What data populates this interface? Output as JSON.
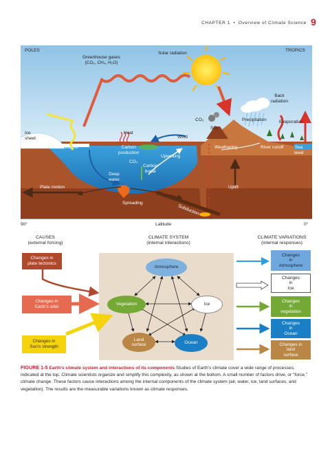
{
  "header": {
    "chapter": "CHAPTER 1",
    "separator": "•",
    "chapter_title": "Overview of Climate Science",
    "page_number": "9"
  },
  "top_figure": {
    "poles": "POLES",
    "tropics": "TROPICS",
    "greenhouse_gases_line1": "Greenhouse gases",
    "greenhouse_gases_line2": "(CO₂, CH₄, H₂O)",
    "solar_radiation": "Solar radiation",
    "back_radiation_line1": "Back",
    "back_radiation_line2": "radiation",
    "precipitation": "Precipitation",
    "evaporation": "Evaporation",
    "co2": "CO₂",
    "so2": "SO₂",
    "ice_sheet_line1": "Ice",
    "ice_sheet_line2": "sheet",
    "heat": "Heat",
    "wind": "Wind",
    "sea_ice": "Sea ice",
    "carbon_production_line1": "Carbon",
    "carbon_production_line2": "production",
    "weathering": "Weathering",
    "river_runoff": "River runoff",
    "sea_level_line1": "Sea",
    "sea_level_line2": "level",
    "upwelling": "Upwelling",
    "co2_ocean": "CO₂",
    "carbon_burial_line1": "Carbon",
    "carbon_burial_line2": "burial",
    "deep_water_line1": "Deep",
    "deep_water_line2": "water",
    "plate_motion": "Plate motion",
    "uplift": "Uplift",
    "spreading": "Spreading",
    "subduction": "Subduction",
    "lat_left": "90°",
    "lat_mid": "Latitude",
    "lat_right": "0°",
    "colors": {
      "sky_top": "#8fc3e6",
      "sky_bottom": "#d9ecf7",
      "ocean": "#2f8fd1",
      "crust": "#a9542a",
      "land": "#c8783f",
      "sun": "#ffd21f"
    }
  },
  "diagram": {
    "causes_head_line1": "CAUSES",
    "causes_head_line2": "(external forcing)",
    "system_head_line1": "CLIMATE SYSTEM",
    "system_head_line2": "(internal interactions)",
    "variations_head_line1": "CLIMATE VARIATIONS",
    "variations_head_line2": "(internal responses)",
    "causes": [
      {
        "line1": "Changes in",
        "line2": "plate tectonics"
      },
      {
        "line1": "Changes in",
        "line2": "Earth’s orbit"
      },
      {
        "line1": "Changes in",
        "line2": "Sun’s strength"
      }
    ],
    "nodes": {
      "atmosphere": "Atmosphere",
      "vegetation": "Vegetation",
      "ice": "Ice",
      "land_line1": "Land",
      "land_line2": "surface",
      "ocean": "Ocean"
    },
    "responses": [
      {
        "line1": "Changes",
        "line2": "in",
        "line3": "Atmosphere"
      },
      {
        "line1": "Changes",
        "line2": "in",
        "line3": "Ice"
      },
      {
        "line1": "Changes",
        "line2": "in",
        "line3": "vegetation"
      },
      {
        "line1": "Changes",
        "line2": "in",
        "line3": "Ocean"
      },
      {
        "line1": "Changes in",
        "line2": "land",
        "line3": "surface"
      }
    ],
    "colors": {
      "tectonics": "#b0492c",
      "orbit": "#e66a4f",
      "sun": "#f6d40d",
      "atmosphere": "#7eb1dd",
      "vegetation": "#74a936",
      "ocean": "#1a7fc4",
      "land": "#b98646",
      "panel": "#eadccb"
    }
  },
  "caption": {
    "label": "FIGURE 1-5",
    "title": "Earth’s climate system and interactions of its components",
    "body": "Studies of Earth’s climate cover a wide range of processes, indicated at the top. Climate scientists organize and simplify this complexity, as shown at the bottom. A small number of factors drive, or “force,” climate change. These factors cause interactions among the internal components of the climate system (air, water, ice, land surfaces, and vegetation). The results are the measurable variations known as climate responses."
  }
}
